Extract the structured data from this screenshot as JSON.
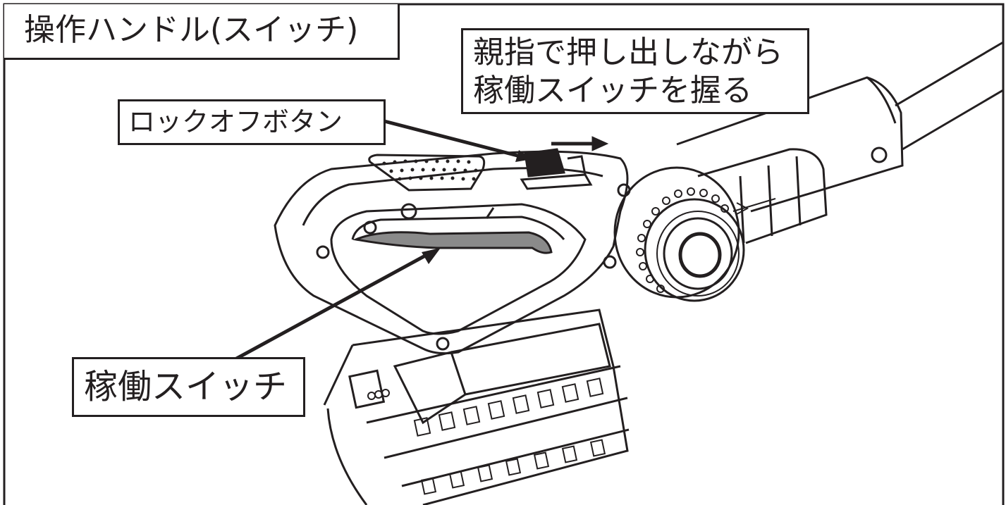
{
  "title": "操作ハンドル(スイッチ)",
  "instruction": {
    "line1": "親指で押し出しながら",
    "line2": "稼働スイッチを握る"
  },
  "labels": {
    "lock_off_button": "ロックオフボタン",
    "operation_switch": "稼働スイッチ"
  },
  "colors": {
    "line": "#231f20",
    "switch_fill": "#8a8a8a",
    "background": "#ffffff"
  }
}
